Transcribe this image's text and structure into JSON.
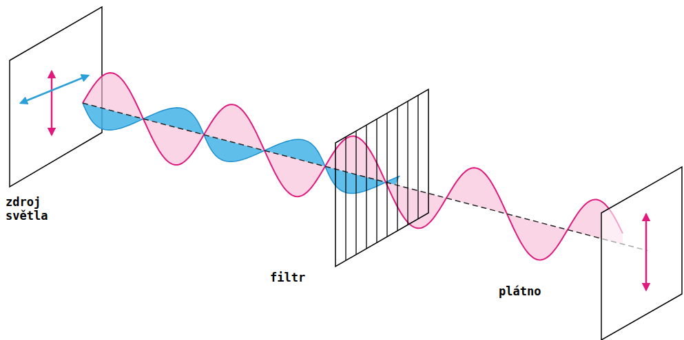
{
  "diagram": {
    "labels": [
      "zdroj světla",
      "filtr",
      "plátno"
    ]
  }
}
